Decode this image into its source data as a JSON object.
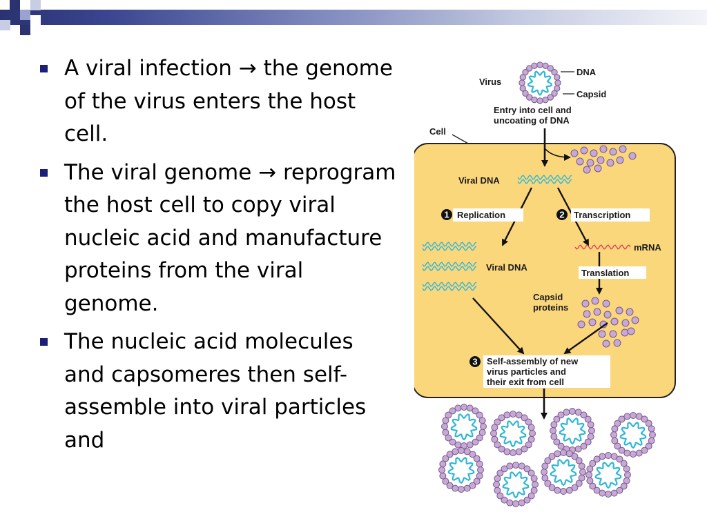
{
  "slide": {
    "bullets": [
      "A viral infection → the genome of the virus enters the host cell.",
      "The viral genome → reprogram the host cell to copy viral nucleic acid and manufacture proteins from the viral genome.",
      "The nucleic acid molecules and capsomeres then self-assemble into viral particles and"
    ]
  },
  "diagram": {
    "virus_label": "Virus",
    "dna_label": "DNA",
    "capsid_label": "Capsid",
    "entry_label_line1": "Entry into cell and",
    "entry_label_line2": "uncoating of DNA",
    "cell_label": "Cell",
    "viral_dna_label": "Viral DNA",
    "step1_number": "1",
    "step1_label": "Replication",
    "step2_number": "2",
    "step2_label": "Transcription",
    "mrna_label": "mRNA",
    "viral_dna_label_2": "Viral DNA",
    "translation_label": "Translation",
    "capsid_proteins_line1": "Capsid",
    "capsid_proteins_line2": "proteins",
    "step3_number": "3",
    "step3_line1": "Self-assembly of new",
    "step3_line2": "virus particles and",
    "step3_line3": "their exit from cell",
    "colors": {
      "cell_fill": "#fbd77c",
      "dna": "#2fb7d6",
      "mrna": "#e0405a",
      "capsid_bead": "#c9a8d6",
      "bullet": "#1a1f78"
    }
  }
}
